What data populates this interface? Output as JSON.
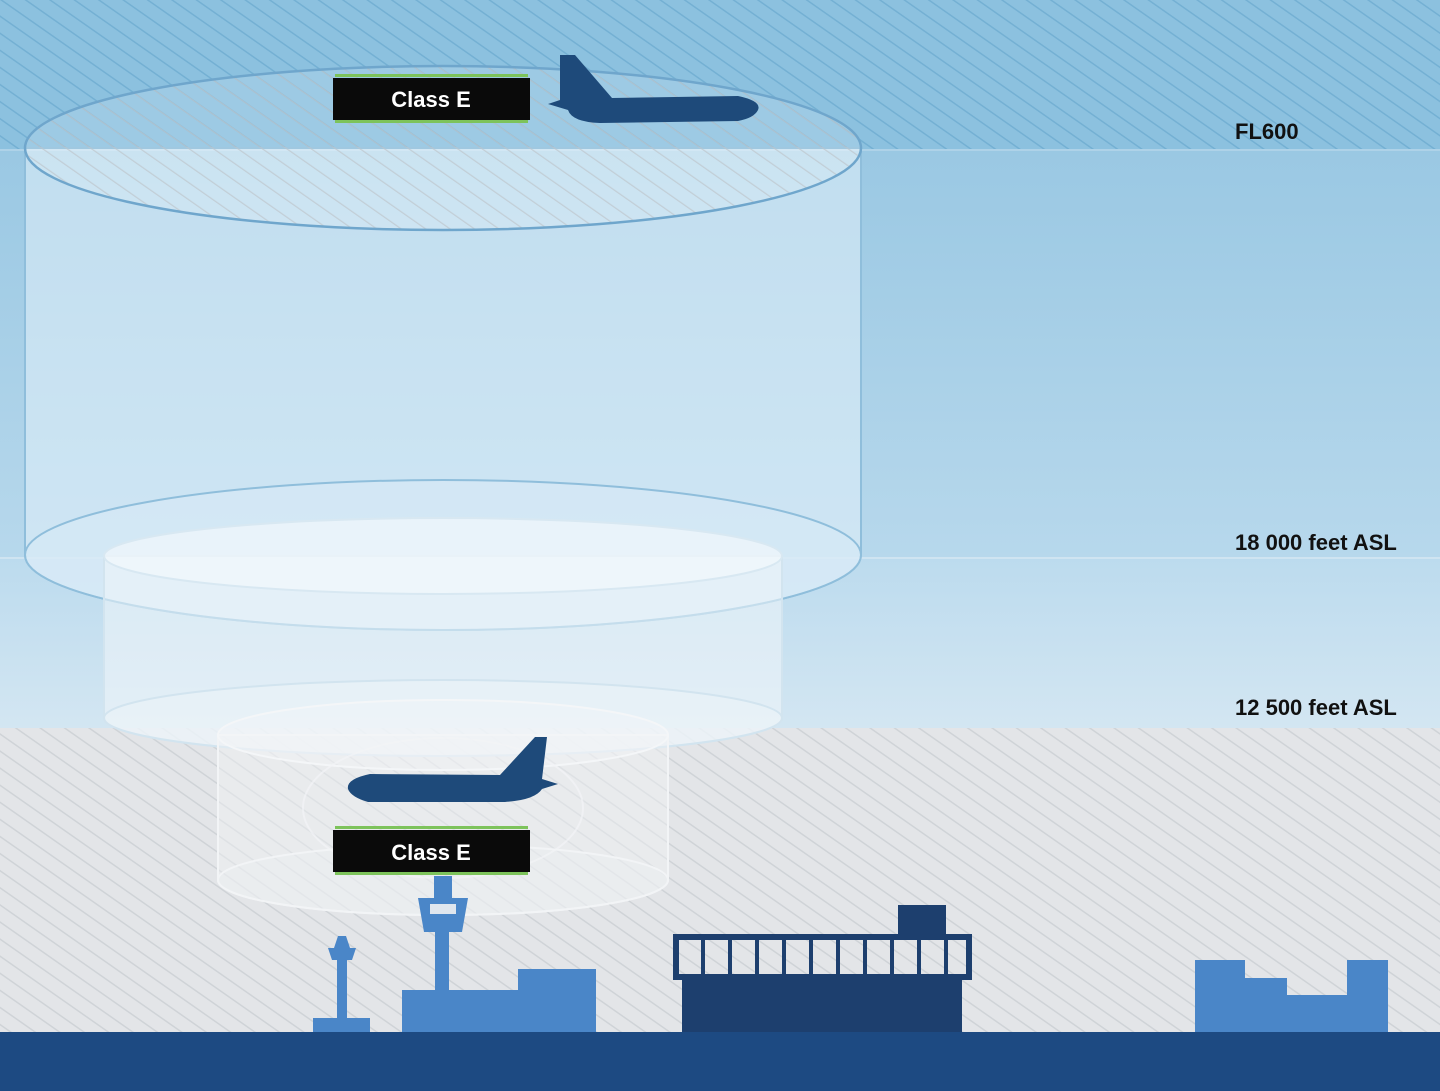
{
  "altitudes": {
    "fl600": "FL600",
    "ft18000": "18 000 feet ASL",
    "ft12500": "12 500 feet ASL"
  },
  "class_labels": {
    "upper": "Class E",
    "lower": "Class E"
  },
  "colors": {
    "upper_band": "#8fc3e0",
    "mid_band": "#9fcbe4",
    "low_band": "#c9dfee",
    "ground_hatch": "#dfe2e5",
    "ground_bar": "#1d4a82",
    "aircraft": "#1e4a7a",
    "label_bg": "#0a0a0a",
    "label_accent": "#7dc35b",
    "building_light": "#4a86c8",
    "building_dark": "#1d3f6e"
  },
  "icons": {
    "aircraft_upper": "airplane-icon",
    "aircraft_lower": "airplane-icon",
    "control_tower": "control-tower-icon"
  }
}
